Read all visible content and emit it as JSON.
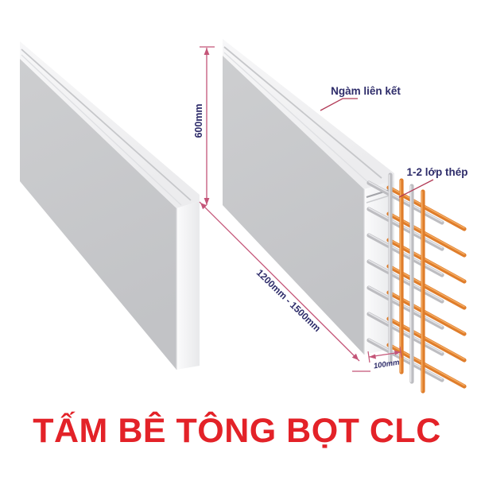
{
  "title": "TẤM BÊ TÔNG BỌT CLC",
  "annotations": {
    "joint_label": "Ngàm liên kết",
    "steel_label": "1-2 lớp thép"
  },
  "dimensions": {
    "height": "600mm",
    "length": "1200mm - 1500mm",
    "thickness": "100mm"
  },
  "colors": {
    "background": "#ffffff",
    "title_red": "#e32228",
    "label_navy": "#2e2c6a",
    "dimension_pink": "#c45578",
    "leader_red": "#b23a56",
    "panel_face_gray": "#c6c7c9",
    "panel_edge_white": "#f3f3f5",
    "rebar_orange": "#df7d2b",
    "rebar_orange_highlight": "#f4ab61",
    "rebar_gray": "#bdbdc1",
    "rebar_gray_highlight": "#e6e6e9"
  }
}
